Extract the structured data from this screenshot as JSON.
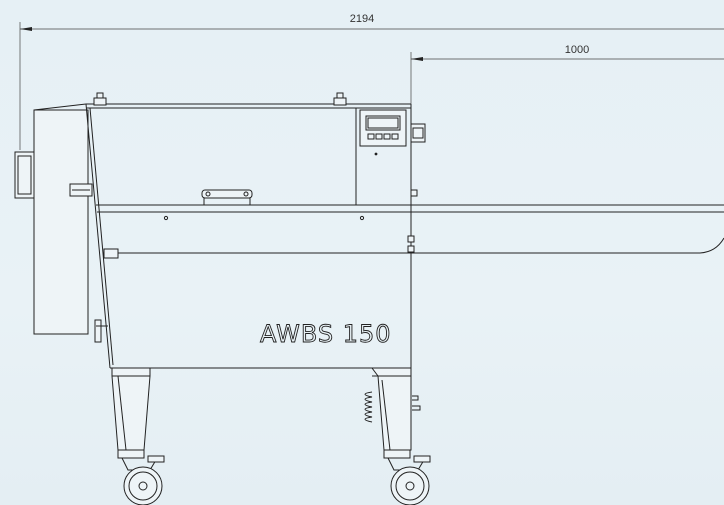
{
  "dimensions": {
    "overall_length": "2194",
    "partial_length": "1000"
  },
  "machine": {
    "model_label": "AWBS 150"
  },
  "colors": {
    "background": "#e8f1f6",
    "line": "#222222"
  }
}
